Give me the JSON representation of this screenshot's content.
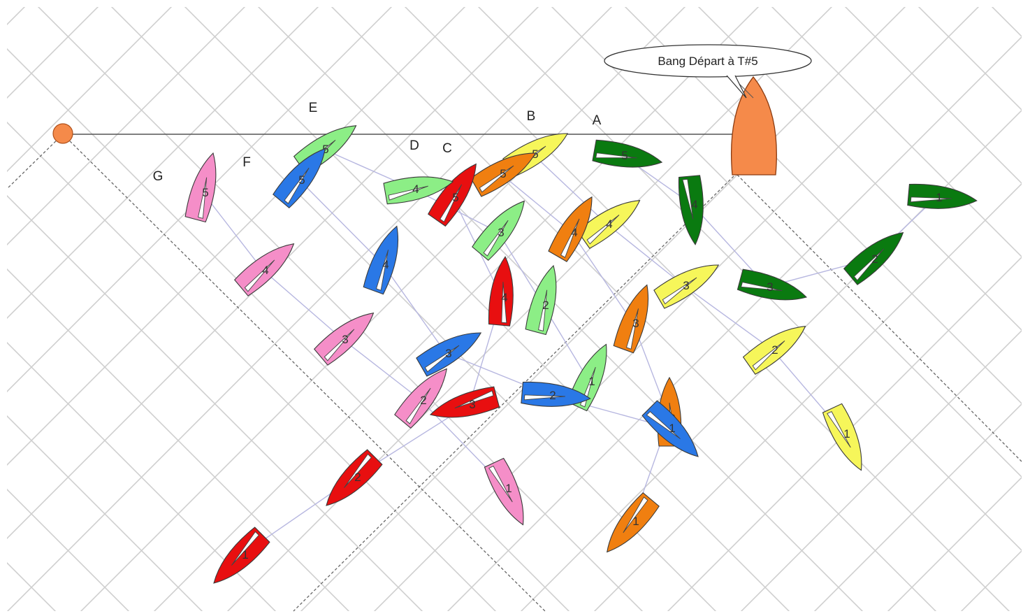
{
  "callout": {
    "text": "Bang Départ à T#5"
  },
  "colors": {
    "A": "#0a7a10",
    "B": "#f6f65a",
    "C": "#f07f10",
    "D": "#e80f10",
    "E": "#8cee86",
    "F": "#2a78e6",
    "G": "#f58ec8",
    "committee_boat": "#f58a4a",
    "pin_buoy": "#f58a4a"
  },
  "boats": [
    {
      "label": "A",
      "positions": [
        "5",
        "4",
        "3",
        "2",
        "1"
      ]
    },
    {
      "label": "B",
      "positions": [
        "5",
        "4",
        "3",
        "2",
        "1"
      ]
    },
    {
      "label": "C",
      "positions": [
        "5",
        "4",
        "3",
        "2",
        "1"
      ]
    },
    {
      "label": "D",
      "positions": [
        "5",
        "4",
        "3",
        "2",
        "1"
      ]
    },
    {
      "label": "E",
      "positions": [
        "5",
        "4",
        "3",
        "2",
        "1"
      ]
    },
    {
      "label": "F",
      "positions": [
        "5",
        "4",
        "3",
        "2",
        "1"
      ]
    },
    {
      "label": "G",
      "positions": [
        "5",
        "4",
        "3",
        "2",
        "1"
      ]
    }
  ]
}
